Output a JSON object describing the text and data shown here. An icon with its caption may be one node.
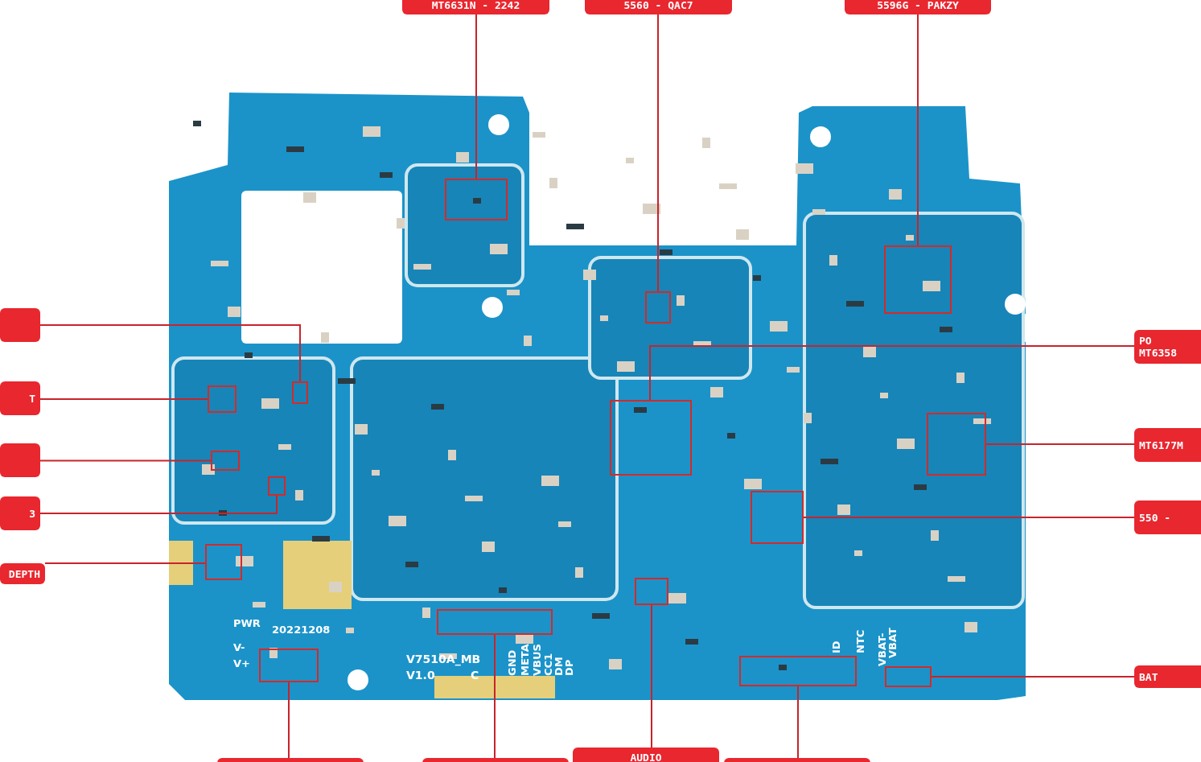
{
  "diagram": {
    "nodes": [
      {
        "text": [
          "MT6631N - 2242"
        ]
      },
      {
        "text": [
          "5560 - QAC7"
        ]
      },
      {
        "text": [
          "5596G - PAKZY"
        ]
      },
      {
        "text": [],
        "shape": "box"
      },
      {
        "text": [
          "T"
        ]
      },
      {
        "text": [],
        "shape": "box"
      },
      {
        "text": [
          "3"
        ]
      },
      {
        "text": [
          "DEPTH"
        ]
      },
      {
        "text": [
          "PO",
          "MT6358"
        ]
      },
      {
        "text": [
          "MT6177M"
        ]
      },
      {
        "text": [
          "550 -"
        ]
      },
      {
        "text": [
          "BAT"
        ]
      },
      {
        "text": [],
        "shape": "box"
      },
      {
        "text": [],
        "shape": "box"
      },
      {
        "text": [
          "AUDIO"
        ]
      },
      {
        "text": [],
        "shape": "box"
      },
      {
        "text": [],
        "shape": "box"
      },
      {
        "text": [],
        "shape": "box"
      },
      {
        "text": [],
        "shape": "box"
      },
      {
        "text": [],
        "shape": "box"
      },
      {
        "text": [],
        "shape": "box"
      },
      {
        "text": [],
        "shape": "box"
      },
      {
        "text": [],
        "shape": "box"
      },
      {
        "text": [],
        "shape": "box"
      },
      {
        "text": [],
        "shape": "box"
      },
      {
        "text": [],
        "shape": "box"
      },
      {
        "text": [],
        "shape": "box"
      },
      {
        "text": [],
        "shape": "box"
      },
      {
        "text": [],
        "shape": "box"
      },
      {
        "text": [],
        "shape": "box"
      },
      {
        "text": [],
        "shape": "box"
      },
      {
        "text": [],
        "shape": "box"
      }
    ],
    "edges": [
      {
        "from": 0,
        "to": 16,
        "arrow": "none"
      },
      {
        "from": 1,
        "to": 17,
        "arrow": "none"
      },
      {
        "from": 2,
        "to": 18,
        "arrow": "none"
      },
      {
        "from": 3,
        "to": 19,
        "arrow": "none"
      },
      {
        "from": 4,
        "to": 20,
        "arrow": "none"
      },
      {
        "from": 5,
        "to": 21,
        "arrow": "none"
      },
      {
        "from": 6,
        "to": 22,
        "arrow": "none"
      },
      {
        "from": 7,
        "to": 23,
        "arrow": "none"
      },
      {
        "from": 8,
        "to": 24,
        "arrow": "none"
      },
      {
        "from": 9,
        "to": 25,
        "arrow": "none"
      },
      {
        "from": 10,
        "to": 26,
        "arrow": "none"
      },
      {
        "from": 11,
        "to": 27,
        "arrow": "none"
      },
      {
        "from": 12,
        "to": 28,
        "arrow": "none"
      },
      {
        "from": 13,
        "to": 29,
        "arrow": "none"
      },
      {
        "from": 14,
        "to": 30,
        "arrow": "none"
      },
      {
        "from": 15,
        "to": 31,
        "arrow": "none"
      }
    ],
    "labels": [
      "PWR",
      "20221208",
      "V-",
      "V+",
      "V7510A_MB",
      "V1.0",
      "C",
      "GND",
      "META",
      "VBUS",
      "CC1",
      "DM",
      "DP",
      "ID",
      "NTC",
      "VBAT-",
      "VBAT"
    ]
  }
}
